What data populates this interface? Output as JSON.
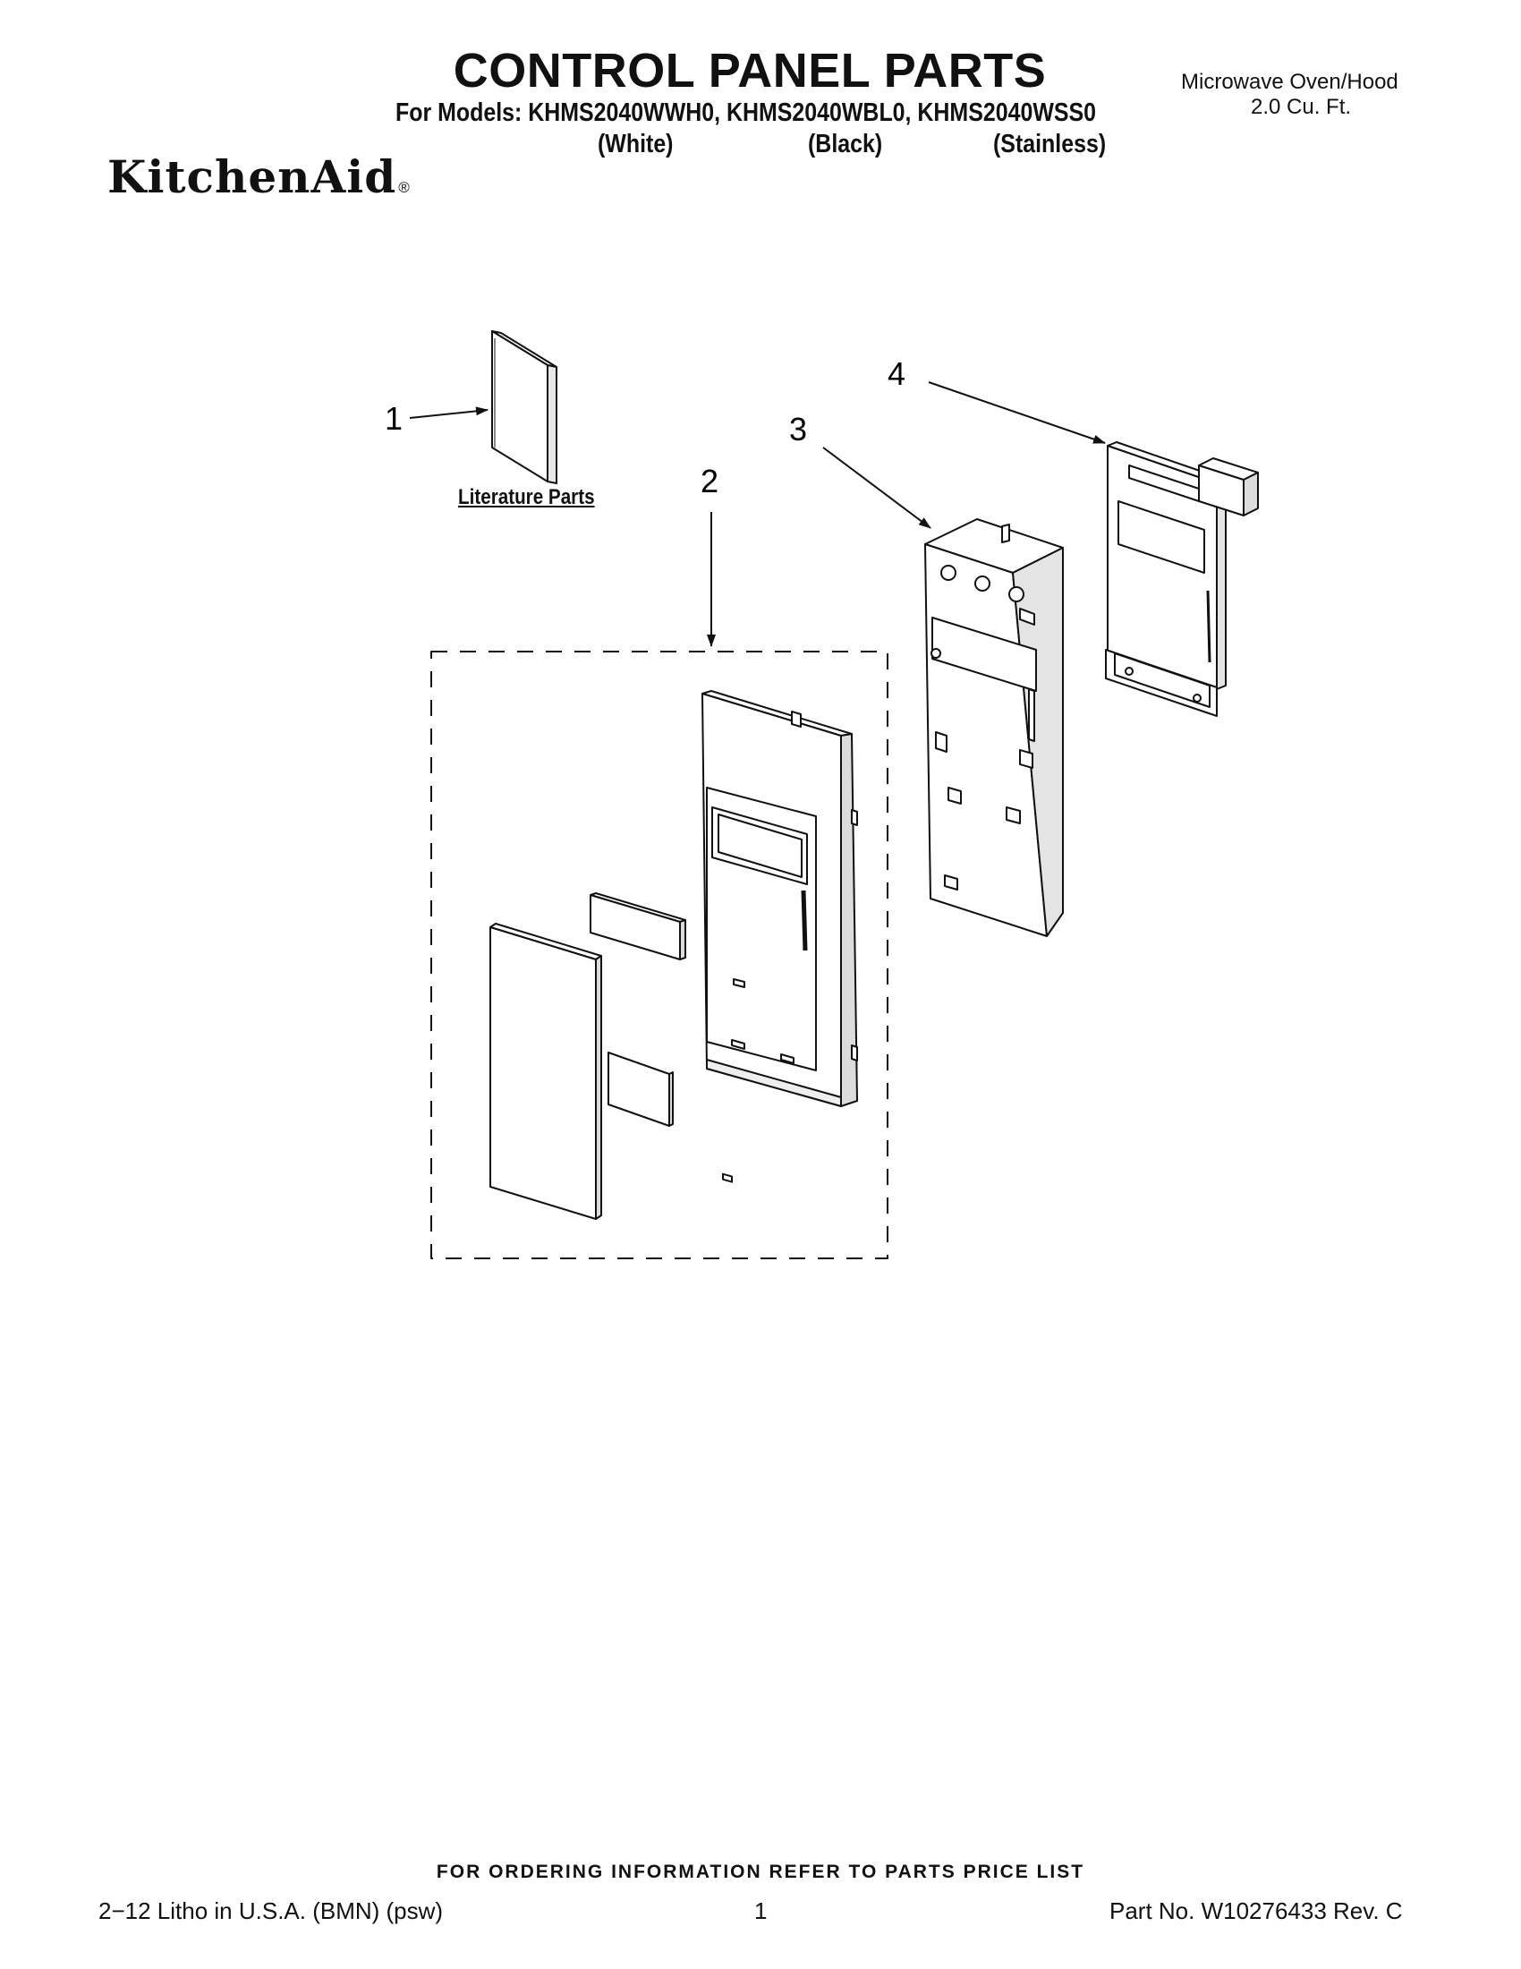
{
  "header": {
    "title": "CONTROL PANEL PARTS",
    "models_line": "For Models: KHMS2040WWH0, KHMS2040WBL0, KHMS2040WSS0",
    "variants": [
      "(White)",
      "(Black)",
      "(Stainless)"
    ],
    "product_line1": "Microwave Oven/Hood",
    "product_line2": "2.0 Cu. Ft.",
    "brand": "KitchenAid",
    "brand_mark": "®"
  },
  "diagram": {
    "callouts": [
      "1",
      "2",
      "3",
      "4"
    ],
    "literature_label": "Literature Parts"
  },
  "footer": {
    "ordering_note": "FOR ORDERING INFORMATION REFER TO PARTS PRICE LIST",
    "litho": "2−12 Litho in U.S.A. (BMN) (psw)",
    "page_number": "1",
    "part_number": "Part No. W10276433 Rev. C"
  }
}
